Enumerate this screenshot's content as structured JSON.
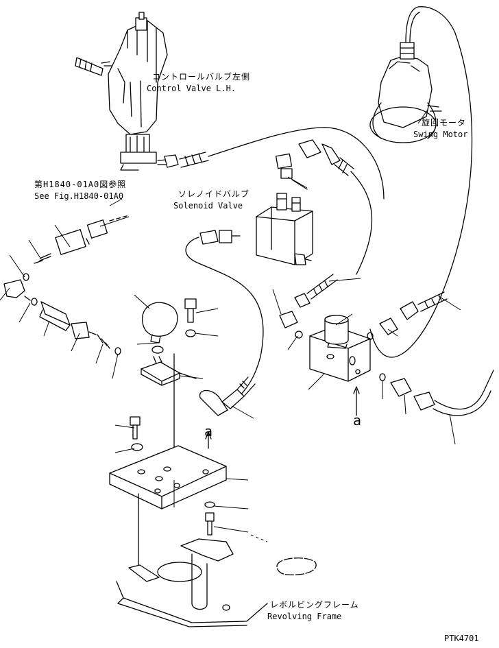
{
  "labels": {
    "control_valve_jp": "コントロールバルブ左側",
    "control_valve_en": "Control Valve L.H.",
    "see_fig_jp": "第H1840-01A0図参照",
    "see_fig_en": "See Fig.H1840-01A0",
    "solenoid_valve_jp": "ソレノイドバルブ",
    "solenoid_valve_en": "Solenoid Valve",
    "swing_motor_jp": "旋回モータ",
    "swing_motor_en": "Swing Motor",
    "revolving_frame_jp": "レボルビングフレーム",
    "revolving_frame_en": "Revolving Frame",
    "view_mark_a_1": "a",
    "view_mark_a_2": "a",
    "drawing_id": "PTK4701"
  }
}
